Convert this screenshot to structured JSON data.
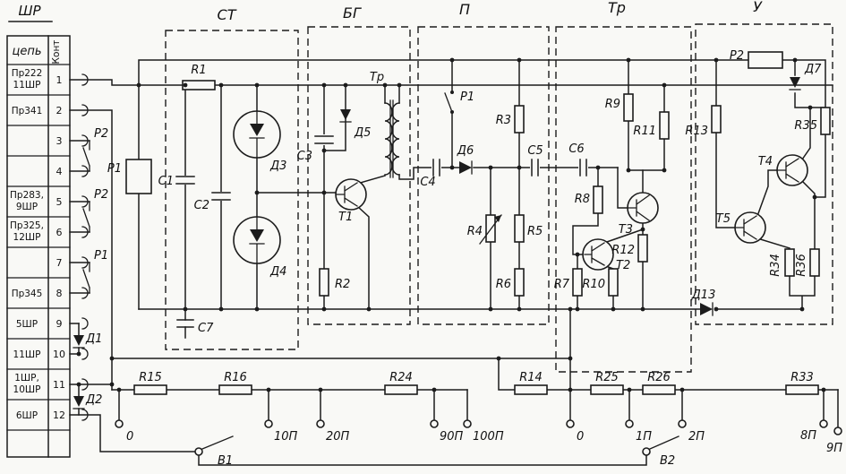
{
  "connector": {
    "title": "ШР",
    "col_circuit": "цепь",
    "col_contact": "Конт",
    "rows": [
      {
        "line1": "Пр222",
        "line2": "11ШР",
        "pin": "1"
      },
      {
        "line1": "Пр341",
        "line2": "",
        "pin": "2"
      },
      {
        "line1": "",
        "line2": "",
        "pin": "3"
      },
      {
        "line1": "",
        "line2": "",
        "pin": "4"
      },
      {
        "line1": "Пр283,",
        "line2": "9ШР",
        "pin": "5"
      },
      {
        "line1": "Пр325,",
        "line2": "12ШР",
        "pin": "6"
      },
      {
        "line1": "",
        "line2": "",
        "pin": "7"
      },
      {
        "line1": "Пр345",
        "line2": "",
        "pin": "8"
      },
      {
        "line1": "5ШР",
        "line2": "",
        "pin": "9"
      },
      {
        "line1": "11ШР",
        "line2": "",
        "pin": "10"
      },
      {
        "line1": "1ШР,",
        "line2": "10ШР",
        "pin": "11"
      },
      {
        "line1": "6ШР",
        "line2": "",
        "pin": "12"
      }
    ]
  },
  "blocks": {
    "st": "СТ",
    "bg": "БГ",
    "p": "П",
    "tr": "Тр",
    "u": "У"
  },
  "components": {
    "r1": "R1",
    "p1_coil": "Р1",
    "c1": "С1",
    "c2": "С2",
    "c7": "С7",
    "d3": "Д3",
    "d4": "Д4",
    "c3": "С3",
    "d5": "Д5",
    "tr": "Тр",
    "t1": "Т1",
    "r2": "R2",
    "p1_contact": "Р1",
    "c4": "С4",
    "d6": "Д6",
    "r3": "R3",
    "c5": "С5",
    "r4": "R4",
    "r5": "R5",
    "r6": "R6",
    "c6": "С6",
    "r8": "R8",
    "t2": "Т2",
    "t3": "Т3",
    "r7": "R7",
    "r10": "R10",
    "r12": "R12",
    "r9": "R9",
    "r11": "R11",
    "r13": "R13",
    "p2_coil": "Р2",
    "d7": "Д7",
    "r35": "R35",
    "t4": "Т4",
    "t5": "Т5",
    "r34": "R34",
    "r36": "R36",
    "d13": "Д13",
    "p2_contact_a": "Р2",
    "p2_contact_b": "Р2",
    "p1_contact_left": "Р1",
    "d1": "Д1",
    "d2": "Д2"
  },
  "bottom": {
    "left": {
      "r15": "R15",
      "r16": "R16",
      "r24": "R24",
      "taps": [
        "0",
        "10П",
        "20П",
        "90П",
        "100П"
      ],
      "switch": "В1"
    },
    "right": {
      "r14": "R14",
      "r25": "R25",
      "r26": "R26",
      "r33": "R33",
      "taps": [
        "0",
        "1П",
        "2П",
        "8П",
        "9П"
      ],
      "switch": "В2"
    }
  }
}
